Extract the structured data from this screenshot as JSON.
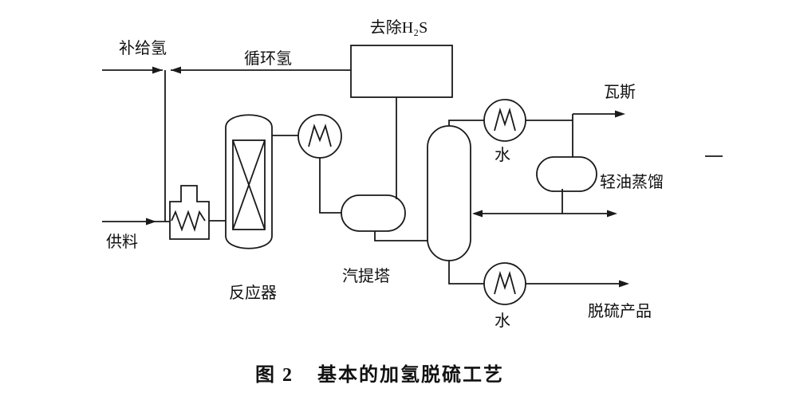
{
  "figure": {
    "caption_prefix": "图 2",
    "caption_title": "基本的加氢脱硫工艺"
  },
  "labels": {
    "makeup_hydrogen": "补给氢",
    "recycle_hydrogen": "循环氢",
    "h2s_removal": "去除H₂S",
    "feed": "供料",
    "reactor": "反应器",
    "stripper": "汽提塔",
    "gas": "瓦斯",
    "water_top": "水",
    "water_bottom": "水",
    "light_oil_distillate": "轻油蒸馏",
    "desulfurized_product": "脱硫产品"
  },
  "colors": {
    "line": "#1a1a1a",
    "background": "#ffffff"
  }
}
